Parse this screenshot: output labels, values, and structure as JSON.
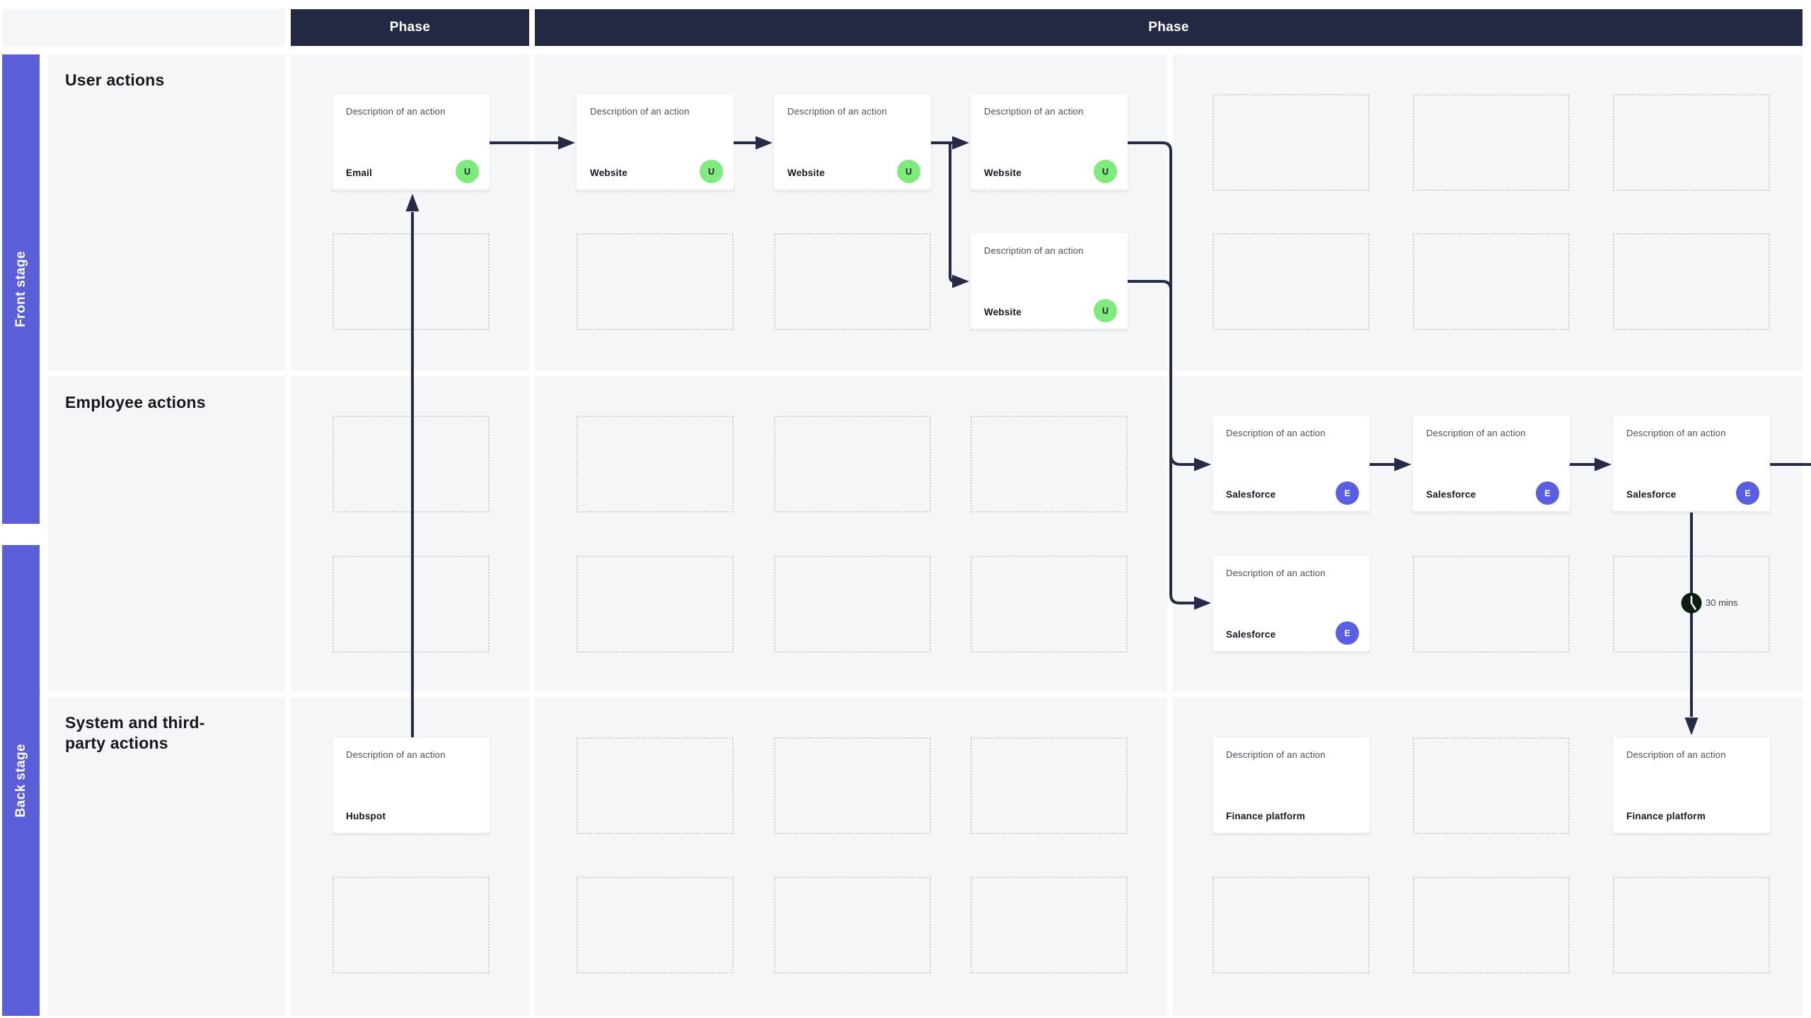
{
  "header": {
    "phase_left": "Phase",
    "phase_right": "Phase"
  },
  "stages": {
    "front": "Front stage",
    "back": "Back stage"
  },
  "rows": {
    "user": "User actions",
    "employee": "Employee actions",
    "system": "System and third-party actions"
  },
  "cards": {
    "email": {
      "description": "Description of an action",
      "label": "Email",
      "badge": "U"
    },
    "website1": {
      "description": "Description of an action",
      "label": "Website",
      "badge": "U"
    },
    "website2": {
      "description": "Description of an action",
      "label": "Website",
      "badge": "U"
    },
    "website3": {
      "description": "Description of an action",
      "label": "Website",
      "badge": "U"
    },
    "website4": {
      "description": "Description of an action",
      "label": "Website",
      "badge": "U"
    },
    "salesforce1": {
      "description": "Description of an action",
      "label": "Salesforce",
      "badge": "E"
    },
    "salesforce2": {
      "description": "Description of an action",
      "label": "Salesforce",
      "badge": "E"
    },
    "salesforce3": {
      "description": "Description of an action",
      "label": "Salesforce",
      "badge": "E"
    },
    "salesforce4": {
      "description": "Description of an action",
      "label": "Salesforce",
      "badge": "E"
    },
    "hubspot": {
      "description": "Description of an action",
      "label": "Hubspot"
    },
    "finance1": {
      "description": "Description of an action",
      "label": "Finance platform"
    },
    "finance2": {
      "description": "Description of an action",
      "label": "Finance platform"
    }
  },
  "annotations": {
    "duration": "30 mins"
  },
  "icons": {
    "duration_icon": "clock-icon"
  },
  "colors": {
    "header_bg": "#242943",
    "stage_bar": "#5a5ed9",
    "badge_user": "#7dec7d",
    "badge_employee": "#5a5ee2",
    "connector": "#262b45",
    "panel_bg": "#f5f6f8",
    "clock_bg": "#0c2012"
  }
}
